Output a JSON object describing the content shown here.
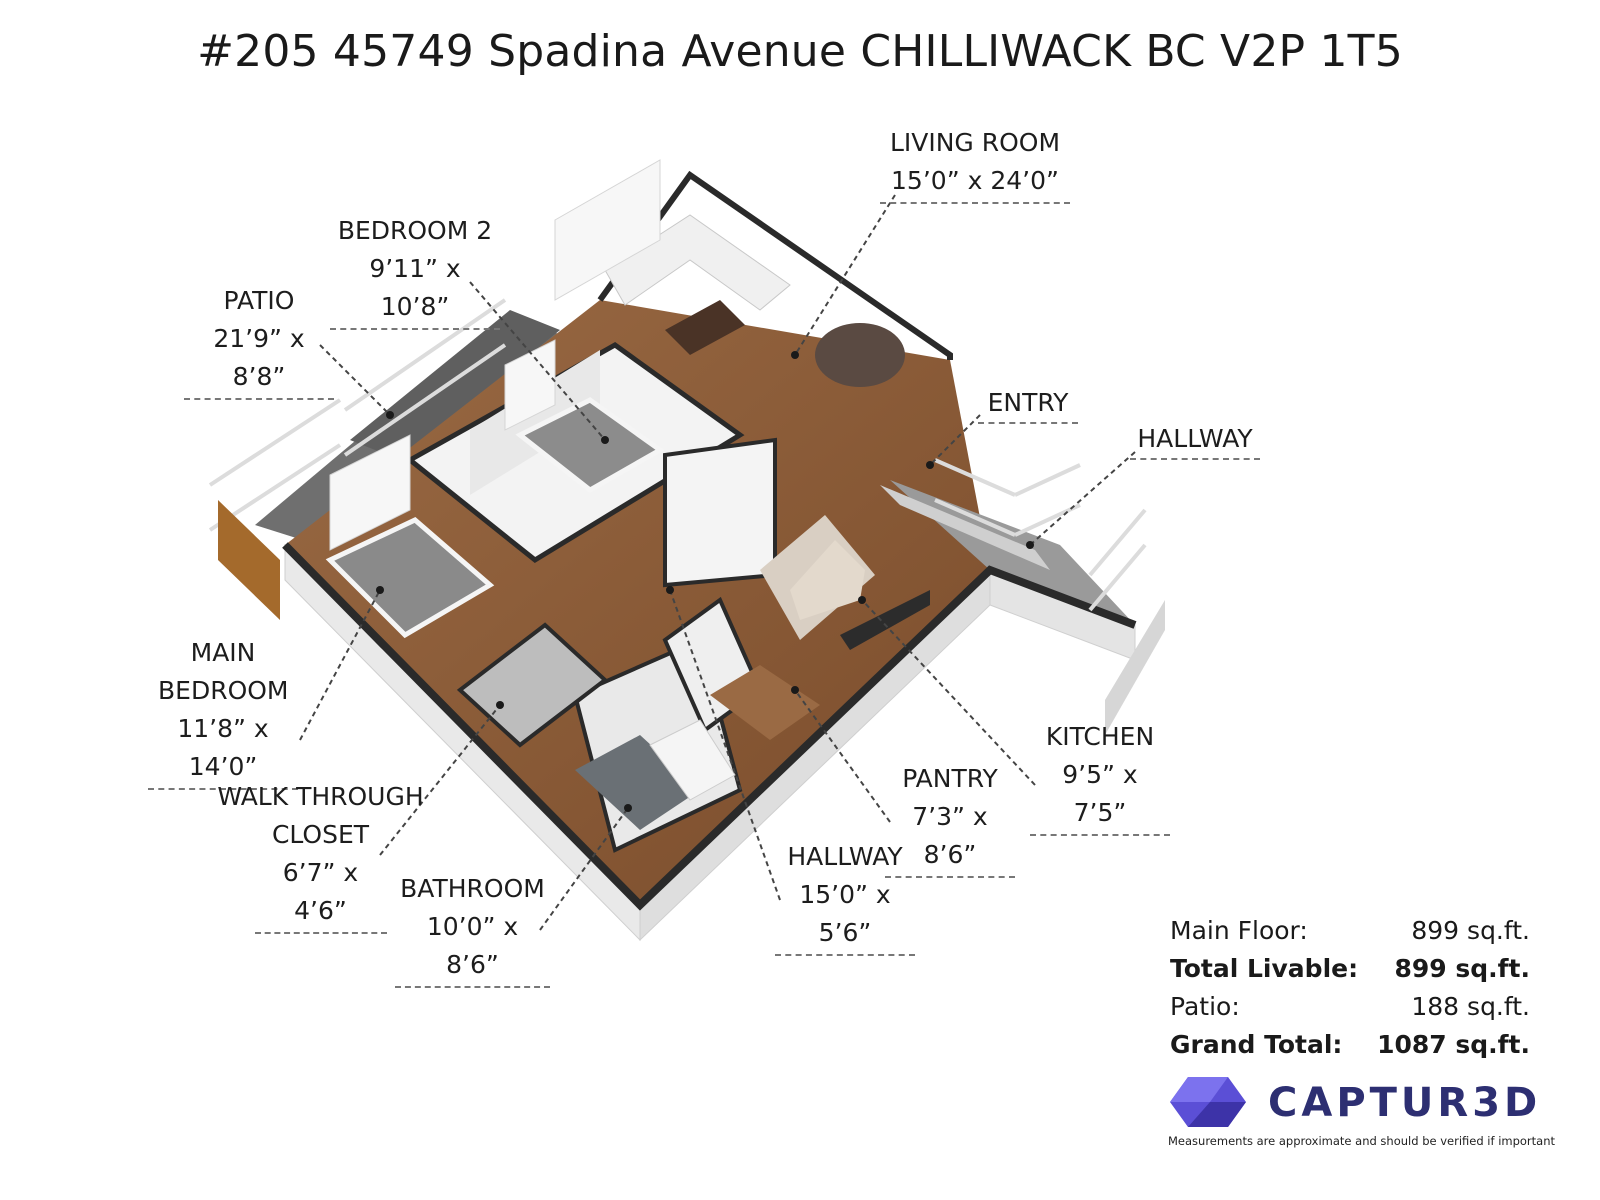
{
  "title": "#205 45749 Spadina Avenue CHILLIWACK BC V2P 1T5",
  "rooms": [
    {
      "name": "LIVING ROOM",
      "dim": "15’0” x 24’0”"
    },
    {
      "name": "BEDROOM 2",
      "dim": "9’11” x 10’8”"
    },
    {
      "name": "PATIO",
      "dim": "21’9” x 8’8”"
    },
    {
      "name": "ENTRY",
      "dim": ""
    },
    {
      "name": "HALLWAY",
      "dim": ""
    },
    {
      "name": "MAIN BEDROOM",
      "dim": "11’8” x 14’0”"
    },
    {
      "name": "KITCHEN",
      "dim": "9’5” x 7’5”"
    },
    {
      "name": "PANTRY",
      "dim": "7’3” x 8’6”"
    },
    {
      "name": "WALK THROUGH CLOSET",
      "dim": "6’7” x 4’6”"
    },
    {
      "name": "HALLWAY",
      "dim": "15’0” x 5’6”"
    },
    {
      "name": "BATHROOM",
      "dim": "10’0” x 8’6”"
    }
  ],
  "summary": [
    {
      "label": "Main Floor:",
      "value": "899 sq.ft."
    },
    {
      "label": "Total Livable:",
      "value": "899 sq.ft."
    },
    {
      "label": "Patio:",
      "value": "188 sq.ft."
    },
    {
      "label": "Grand Total:",
      "value": "1087 sq.ft."
    }
  ],
  "brand": {
    "name": "CAPTUR3D",
    "disclaimer": "Measurements are approximate and should be verified if important"
  },
  "colors": {
    "floor_wood": "#8a5a35",
    "wall_white": "#f2f2f2",
    "wall_top": "#2a2a2a",
    "patio_floor": "#6f6f6f",
    "brand": "#2d2f72"
  }
}
